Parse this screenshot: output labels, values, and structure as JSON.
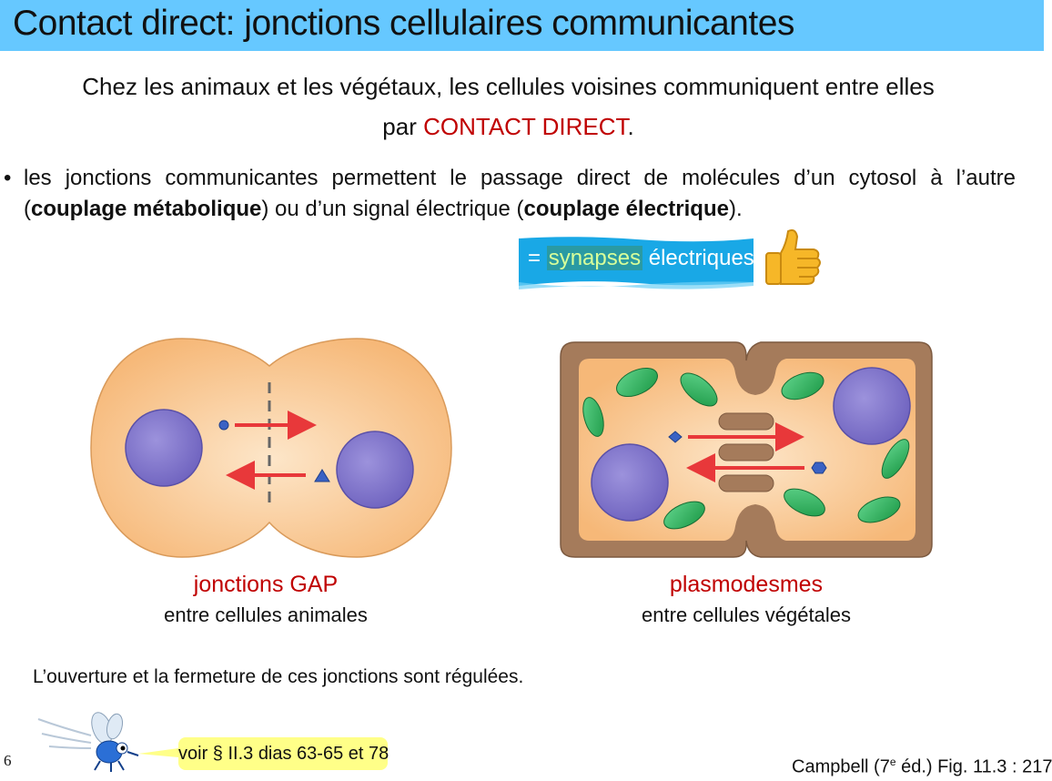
{
  "title": "Contact direct: jonctions cellulaires communicantes",
  "intro": {
    "line1": "Chez les animaux et les végétaux, les cellules voisines communiquent entre elles",
    "line2_prefix": "par ",
    "line2_highlight": "CONTACT DIRECT",
    "line2_suffix": "."
  },
  "bullet": {
    "dot": "•",
    "line1": "les jonctions communicantes permettent le passage direct de molécules d’un cytosol à l’autre",
    "line2_a": "(",
    "line2_bold1": "couplage métabolique",
    "line2_b": ") ou d’un signal électrique (",
    "line2_bold2": "couplage électrique",
    "line2_c": ")."
  },
  "synapse_banner": {
    "eq": "= ",
    "highlight": "synapses",
    "rest": " électriques"
  },
  "left_figure": {
    "caption_title": "jonctions GAP",
    "caption_sub": "entre cellules animales"
  },
  "right_figure": {
    "caption_title": "plasmodesmes",
    "caption_sub": "entre cellules végétales"
  },
  "regulation_text": "L’ouverture et la fermeture de ces jonctions sont régulées.",
  "footer": {
    "page_number": "6",
    "voir": "voir § II.3 dias 63-65 et 78",
    "reference_prefix": "Campbell (7",
    "reference_sup": "e",
    "reference_suffix": " éd.) Fig. 11.3 : 217"
  },
  "colors": {
    "title_bar": "#66c8ff",
    "accent_red": "#c00000",
    "cell_fill": "#f9c48a",
    "nucleus": "#8b7fcf",
    "chloroplast": "#2fae5a",
    "cell_wall": "#a57b5b",
    "arrow": "#e8383a",
    "banner": "#19a8e6"
  }
}
